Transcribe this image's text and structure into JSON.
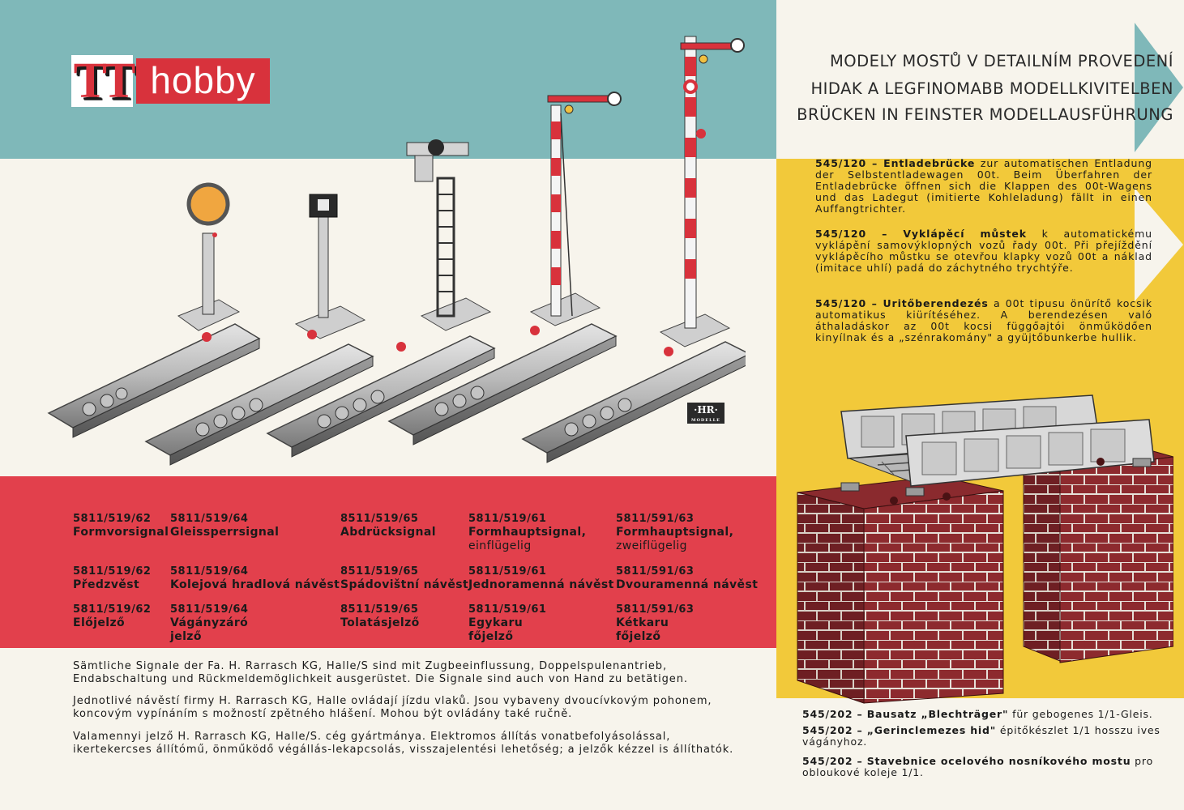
{
  "logo": {
    "tt": "TT",
    "hobby": "hobby"
  },
  "hr_badge": {
    "main": "·HR·",
    "sub": "MODELLE"
  },
  "signal_columns": [
    {
      "rows": [
        {
          "code": "5811/519/62",
          "name": "Formvorsignal",
          "name2": ""
        },
        {
          "code": "5811/519/62",
          "name": "Předzvěst",
          "name2": ""
        },
        {
          "code": "5811/519/62",
          "name": "Előjelző",
          "name2": ""
        }
      ]
    },
    {
      "rows": [
        {
          "code": "5811/519/64",
          "name": "Gleissperrsignal",
          "name2": ""
        },
        {
          "code": "5811/519/64",
          "name": "Kolejová hradlová návěst",
          "name2": ""
        },
        {
          "code": "5811/519/64",
          "name": "Vágányzáró",
          "name2": "jelző"
        }
      ]
    },
    {
      "rows": [
        {
          "code": "8511/519/65",
          "name": "Abdrücksignal",
          "name2": ""
        },
        {
          "code": "8511/519/65",
          "name": "Spádovištní návěst",
          "name2": ""
        },
        {
          "code": "8511/519/65",
          "name": "Tolatásjelző",
          "name2": ""
        }
      ]
    },
    {
      "rows": [
        {
          "code": "5811/519/61",
          "name": "Formhauptsignal,",
          "name2": "einflügelig"
        },
        {
          "code": "5811/519/61",
          "name": "Jednoramenná návěst",
          "name2": ""
        },
        {
          "code": "5811/519/61",
          "name": "Egykaru",
          "name2": "főjelző"
        }
      ]
    },
    {
      "rows": [
        {
          "code": "5811/591/63",
          "name": "Formhauptsignal,",
          "name2": "zweiflügelig"
        },
        {
          "code": "5811/591/63",
          "name": "Dvouramenná návěst",
          "name2": ""
        },
        {
          "code": "5811/591/63",
          "name": "Kétkaru",
          "name2": "főjelző"
        }
      ]
    }
  ],
  "descriptions": {
    "de": "Sämtliche Signale der Fa. H. Rarrasch KG, Halle/S sind mit Zugbeeinflussung, Doppelspulenantrieb, Endabschaltung und Rückmeldemöglichkeit ausgerüstet. Die Signale sind auch von Hand zu betätigen.",
    "cz": "Jednotlivé návěstí firmy H. Rarrasch KG, Halle ovládají jízdu vlaků. Jsou vybaveny dvoucívkovým pohonem, koncovým vypínáním s možností zpětného hlášení. Mohou být ovládány také ručně.",
    "hu": "Valamennyi jelző H. Rarrasch KG, Halle/S. cég gyártmánya. Elektromos állítás vonatbefolyásolással, ikertekercses állítómű, önműködő végállás-lekapcsolás, visszajelentési lehetőség; a jelzők kézzel is állíthatók."
  },
  "heading": {
    "line1": "MODELY MOSTŮ V DETAILNÍM PROVEDENÍ",
    "line2": "HIDAK A LEGFINOMABB MODELLKIVITELBEN",
    "line3": "BRÜCKEN IN FEINSTER MODELLAUSFÜHRUNG"
  },
  "products": [
    {
      "title": "545/120 – Entladebrücke",
      "text": " zur automatischen Entladung der Selbstentladewagen 00t. Beim Überfahren der Entladebrücke öffnen sich die Klappen des 00t-Wagens und das Ladegut (imitierte Kohleladung) fällt in einen Auffangtrichter."
    },
    {
      "title": "545/120 – Vyklápěcí můstek",
      "text": " k automatickému vyklápění samovýklopných vozů řady 00t. Při přejíždění vyklápěcího můstku se otevřou klapky vozů 00t a náklad (imitace uhlí) padá do záchytného trychtýře."
    },
    {
      "title": "545/120 – Uritőberendezés",
      "text": " a 00t tipusu önürítő kocsik automatikus kiürítéséhez. A berendezésen való áthaladáskor az 00t kocsi függőajtói önműködően kinyílnak és a „szénrakomány\" a gyüjtőbunkerbe hullik."
    }
  ],
  "footer_items": [
    {
      "title": "545/202 – Bausatz „Blechträger\"",
      "text": " für gebogenes 1/1-Gleis."
    },
    {
      "title": "545/202 – „Gerinclemezes hid\"",
      "text": " épitőkészlet 1/1 hosszu ives vágányhoz."
    },
    {
      "title": "545/202 – Stavebnice ocelového nosníkového mostu",
      "text": " pro obloukové koleje 1/1."
    }
  ],
  "colors": {
    "teal": "#7fb8b9",
    "red": "#e2404c",
    "yellow": "#f2c93a",
    "cream": "#f7f4ec"
  }
}
